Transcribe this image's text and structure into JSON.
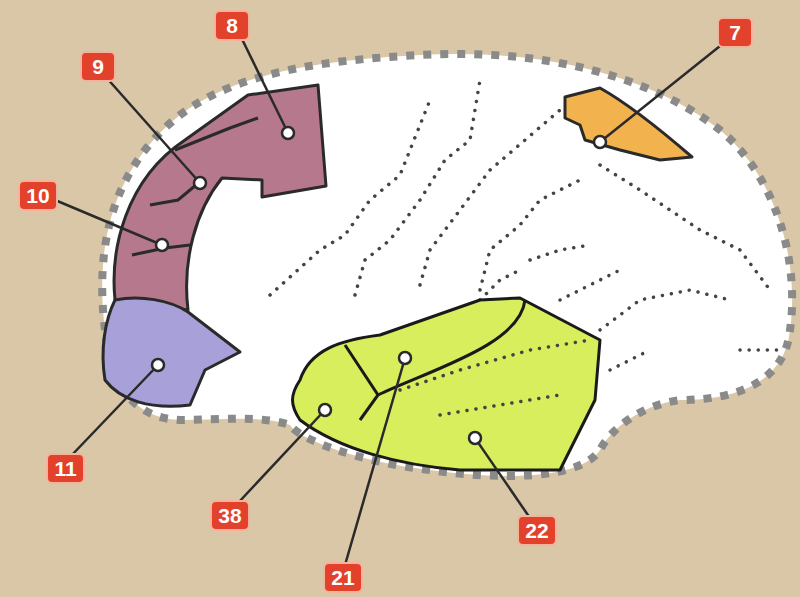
{
  "diagram": {
    "labels": [
      "8",
      "9",
      "10",
      "11",
      "7",
      "38",
      "21",
      "22"
    ]
  }
}
